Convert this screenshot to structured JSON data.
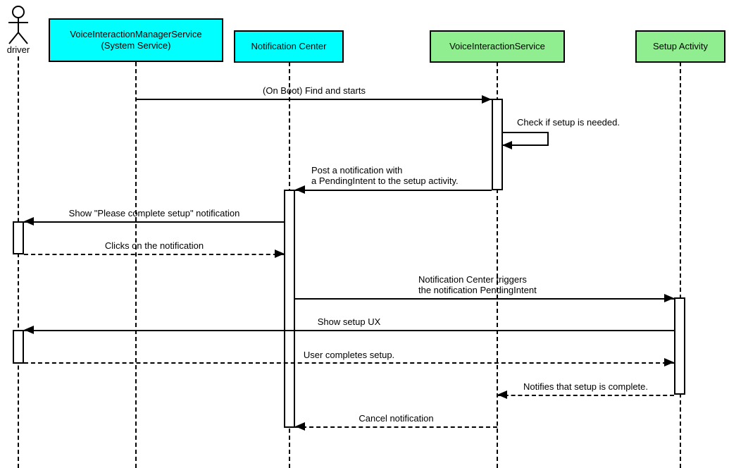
{
  "actor": {
    "label": "driver"
  },
  "participants": [
    {
      "label": "VoiceInteractionManagerService\n(System Service)",
      "fill": "#00ffff"
    },
    {
      "label": "Notification Center",
      "fill": "#00ffff"
    },
    {
      "label": "VoiceInteractionService",
      "fill": "#90ee90"
    },
    {
      "label": "Setup Activity",
      "fill": "#90ee90"
    }
  ],
  "messages": [
    {
      "label": "(On Boot) Find and starts",
      "from": "VoiceInteractionManagerService",
      "to": "VoiceInteractionService",
      "style": "solid"
    },
    {
      "label": "Check if setup is needed.",
      "from": "VoiceInteractionService",
      "to": "VoiceInteractionService",
      "style": "solid"
    },
    {
      "label": "Post a notification with\na PendingIntent to the setup activity.",
      "from": "VoiceInteractionService",
      "to": "Notification Center",
      "style": "solid"
    },
    {
      "label": "Show \"Please complete setup\" notification",
      "from": "Notification Center",
      "to": "driver",
      "style": "solid"
    },
    {
      "label": "Clicks on the notification",
      "from": "driver",
      "to": "Notification Center",
      "style": "dashed"
    },
    {
      "label": "Notification Center triggers\nthe notification PendingIntent",
      "from": "Notification Center",
      "to": "Setup Activity",
      "style": "solid"
    },
    {
      "label": "Show setup UX",
      "from": "Setup Activity",
      "to": "driver",
      "style": "solid"
    },
    {
      "label": "User completes setup.",
      "from": "driver",
      "to": "Setup Activity",
      "style": "dashed"
    },
    {
      "label": "Notifies that setup is complete.",
      "from": "Setup Activity",
      "to": "VoiceInteractionService",
      "style": "dashed"
    },
    {
      "label": "Cancel notification",
      "from": "VoiceInteractionService",
      "to": "Notification Center",
      "style": "dashed"
    }
  ],
  "colors": {
    "participant_cyan": "#00ffff",
    "participant_green": "#90ee90",
    "line": "#000000",
    "background": "#ffffff"
  }
}
